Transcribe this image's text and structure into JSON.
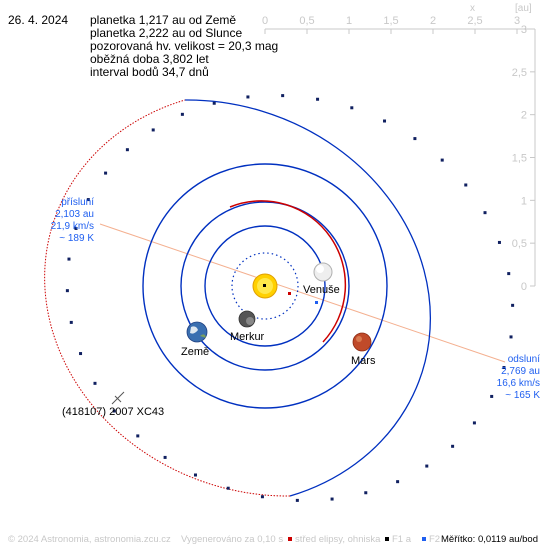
{
  "date": "26. 4. 2024",
  "info_lines": [
    "planetka 1,217 au od Země",
    "planetka 2,222 au od Slunce",
    "pozorovaná hv. velikost = 20,3 mag",
    "oběžná doba 3,802 let",
    "interval bodů 34,7 dnů"
  ],
  "scale_x": {
    "label": "x",
    "unit": "[au]",
    "ticks": [
      "0",
      "0,5",
      "1",
      "1,5",
      "2",
      "2,5",
      "3"
    ]
  },
  "scale_y": {
    "ticks": [
      "3",
      "2,5",
      "2",
      "1,5",
      "1",
      "0,5",
      "0"
    ]
  },
  "planets": {
    "venus": "Venuše",
    "mercury": "Merkur",
    "earth": "Země",
    "mars": "Mars"
  },
  "asteroid_name": "(418107) 2007 XC43",
  "perihelion": [
    "přísluní",
    "2,103 au",
    "21,9 km/s",
    "~ 189 K"
  ],
  "aphelion": [
    "odsluní",
    "2,769 au",
    "16,6 km/s",
    "~ 165 K"
  ],
  "footer": {
    "copyright": "© 2024 Astronomia, astronomia.zcu.cz",
    "generated": "Vygenerováno za 0,10 s",
    "center_legend": "střed elipsy, ohniska",
    "f1_legend": "F1 a",
    "f2_legend": "F2",
    "scale": "Měřítko: 0,0119 au/bod"
  },
  "colors": {
    "orbit_blue": "#0030c0",
    "asteroid_red": "#cc0000",
    "apsis_line": "#f4b090",
    "label_blue": "#1f5ff0",
    "scale_gray": "#c8c8c8",
    "sun": "#ffd000",
    "mars": "#c04a2a",
    "venus": "#eeeeee",
    "mercury": "#555555",
    "earth": "#3a6fb0"
  }
}
